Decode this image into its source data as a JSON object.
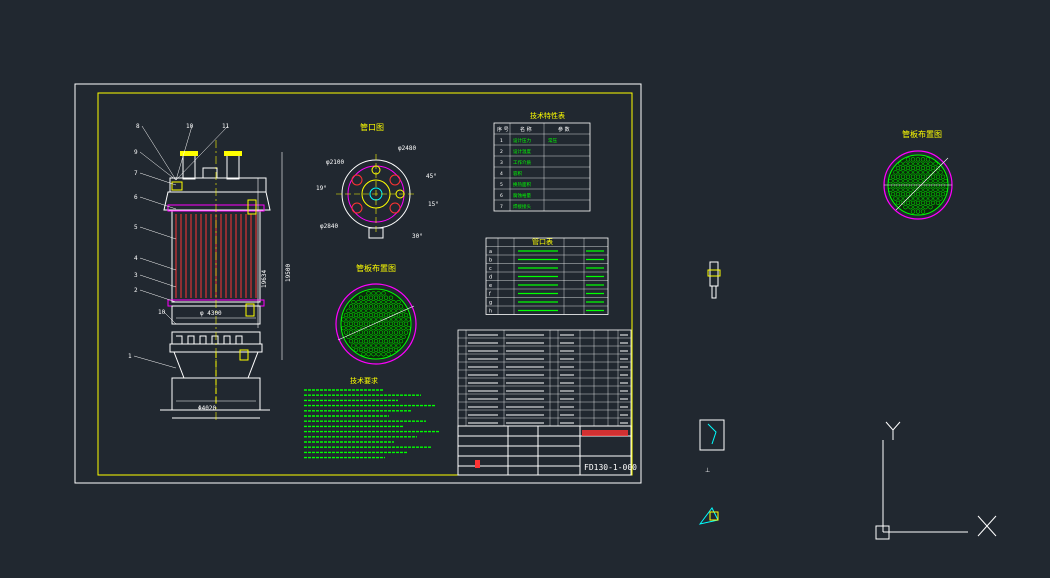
{
  "colors": {
    "background": "#212830",
    "sheet_border": "#ffffff",
    "inner_border": "#ffff00",
    "text_green": "#00ff00",
    "text_yellow": "#ffff00",
    "magenta": "#ff00ff",
    "red": "#ff3333",
    "cyan": "#00ffff",
    "white": "#ffffff"
  },
  "views": {
    "top_view_title": "管口图",
    "tube_sheet_title": "管板布置图",
    "tube_sheet_title_right": "管板布置图",
    "tech_notes_title": "技术要求"
  },
  "balloons": [
    "8",
    "10",
    "11",
    "9",
    "7",
    "6",
    "5",
    "4",
    "3",
    "2",
    "1",
    "10"
  ],
  "dimensions": {
    "diameter_4300": "φ 4300",
    "diameter_bottom": "Φ4020",
    "height_left": "19634",
    "height_right": "19500",
    "d2100": "φ2100",
    "d2480": "φ2480",
    "d2840": "φ2840",
    "angle_19": "19°",
    "angle_45": "45°",
    "angle_15": "15°",
    "angle_30": "30°"
  },
  "tech_spec_table": {
    "title": "技术特性表",
    "headers": [
      "序 号",
      "名 称",
      "参 数"
    ],
    "rows": [
      [
        "1",
        "设计压力",
        "常压"
      ],
      [
        "2",
        "设计温度",
        ""
      ],
      [
        "3",
        "工作介质",
        ""
      ],
      [
        "4",
        "容积",
        ""
      ],
      [
        "5",
        "换热面积",
        ""
      ],
      [
        "6",
        "腐蚀裕量",
        ""
      ],
      [
        "7",
        "焊接接头",
        ""
      ]
    ]
  },
  "nozzle_table": {
    "title": "管口表",
    "rows": [
      "a",
      "b",
      "c",
      "d",
      "e",
      "f",
      "g",
      "h"
    ]
  },
  "bom_rows": 12,
  "title_block": {
    "drawing_number": "FD130-1-000"
  },
  "axes": {
    "y_label": "Y",
    "x_label": "X"
  }
}
